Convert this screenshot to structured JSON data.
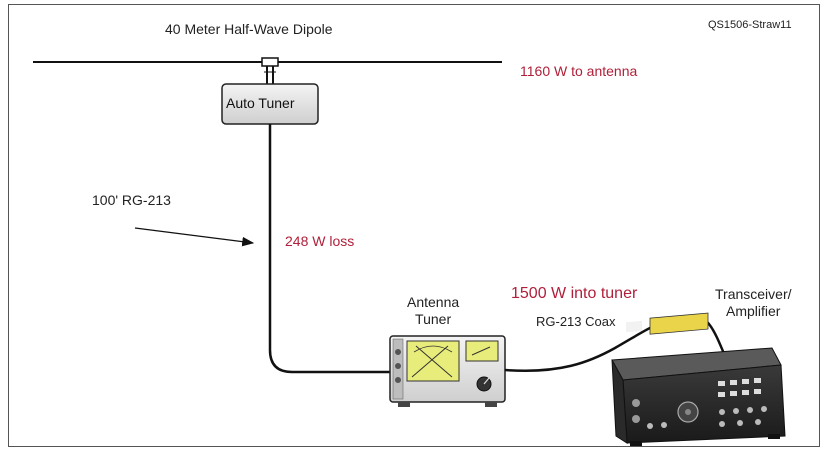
{
  "diagram": {
    "title": "40 Meter Half-Wave Dipole",
    "figure_id": "QS1506-Straw11",
    "power_to_antenna": "1160 W to antenna",
    "auto_tuner_label": "Auto Tuner",
    "coax_length_label": "100' RG-213",
    "loss_label": "248 W loss",
    "antenna_tuner_label_line1": "Antenna",
    "antenna_tuner_label_line2": "Tuner",
    "power_into_tuner": "1500 W into tuner",
    "coax_label": "RG-213 Coax",
    "transceiver_label_line1": "Transceiver/",
    "transceiver_label_line2": "Amplifier"
  },
  "colors": {
    "highlight_text": "#b0203a",
    "line": "#111111",
    "box_fill": "#e4e4e4",
    "meter_fill": "#e8ec7a"
  }
}
